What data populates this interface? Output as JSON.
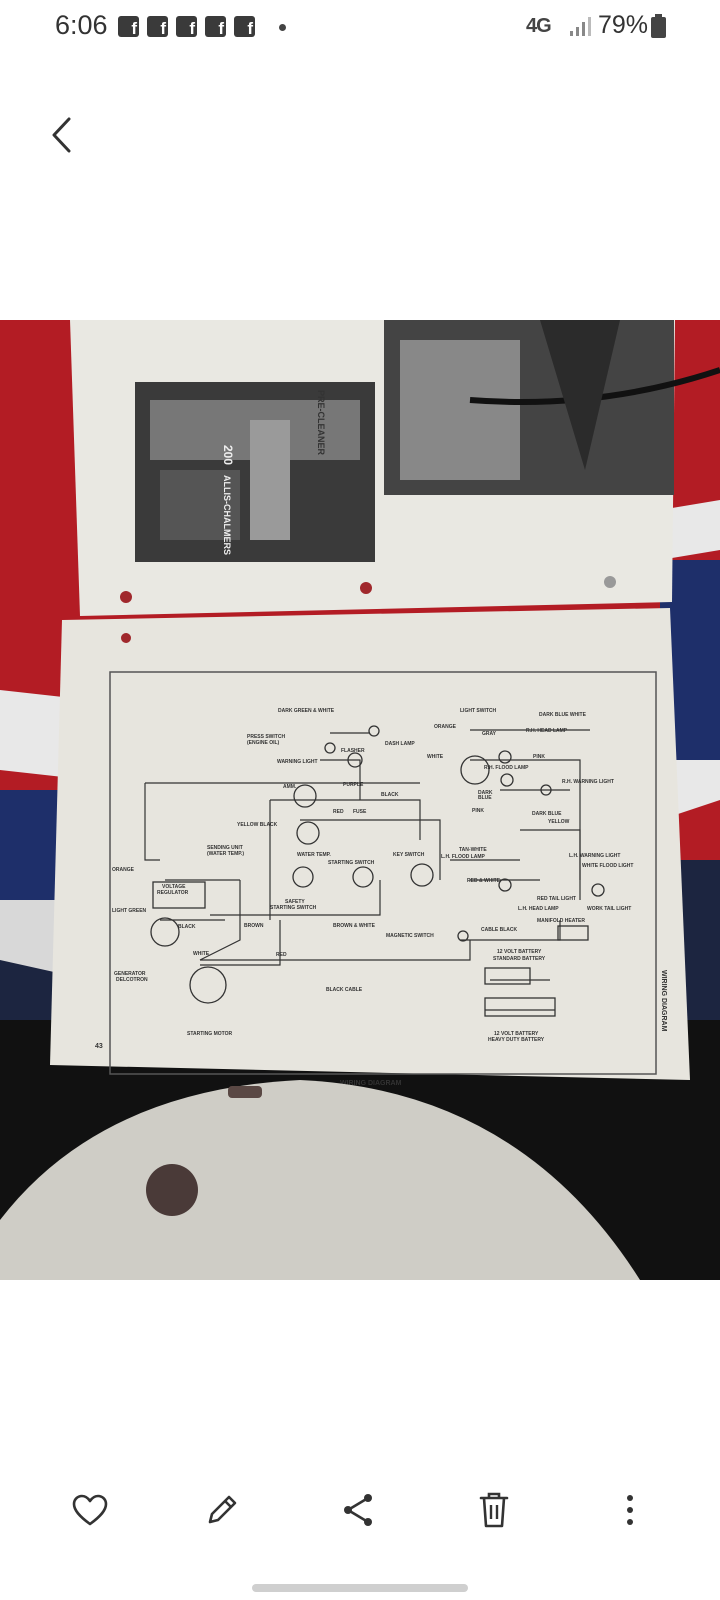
{
  "status_bar": {
    "time": "6:06",
    "notification_icons": [
      "f",
      "f",
      "f",
      "f",
      "f"
    ],
    "network": "4G",
    "battery": "79%"
  },
  "photo": {
    "book_texts": {
      "pre_cleaner": "PRE-CLEANER",
      "tractor_model": "200",
      "tractor_brand": "ALLIS-CHALMERS",
      "page_number": "43",
      "diagram_title": "WIRING DIAGRAM",
      "diagram_side_title": "WIRING DIAGRAM"
    },
    "diagram_labels": [
      "DARK GREEN & WHITE",
      "PRESS SWITCH",
      "(ENGINE OIL)",
      "WARNING LIGHT",
      "FLASHER",
      "DASH LAMP",
      "ORANGE",
      "LIGHT SWITCH",
      "DARK BLUE WHITE",
      "GRAY",
      "R.H. HEAD LAMP",
      "WHITE",
      "PINK",
      "R.H. FLOOD LAMP",
      "R.H. WARNING LIGHT",
      "AMM.",
      "PURPLE",
      "BLACK",
      "DARK",
      "BLUE",
      "RED",
      "FUSE",
      "YELLOW BLACK",
      "PINK",
      "DARK BLUE",
      "YELLOW",
      "SENDING UNIT",
      "(WATER TEMP.)",
      "WATER TEMP.",
      "TAN-WHITE",
      "L.H. FLOOD LAMP",
      "L.H. WARNING LIGHT",
      "WHITE FLOOD LIGHT",
      "STARTING SWITCH",
      "KEY SWITCH",
      "ORANGE",
      "VOLTAGE",
      "REGULATOR",
      "RED & WHITE",
      "RED TAIL LIGHT",
      "L.H. HEAD LAMP",
      "WORK TAIL LIGHT",
      "SAFETY",
      "STARTING SWITCH",
      "LIGHT GREEN",
      "BLACK",
      "BROWN",
      "BROWN & WHITE",
      "MANIFOLD HEATER",
      "CABLE BLACK",
      "MAGNETIC SWITCH",
      "WHITE",
      "RED",
      "12 VOLT BATTERY",
      "STANDARD BATTERY",
      "GENERATOR",
      "DELCOTRON",
      "BLACK CABLE",
      "STARTING MOTOR",
      "12 VOLT BATTERY",
      "HEAVY DUTY BATTERY"
    ]
  },
  "toolbar": {
    "favorite": "favorite",
    "edit": "edit",
    "share": "share",
    "delete": "delete",
    "more": "more"
  },
  "colors": {
    "background": "#ffffff",
    "icon": "#333333",
    "red_blanket": "#b31c24",
    "blue_blanket": "#1e2f6a",
    "paper": "#e7e5de"
  }
}
